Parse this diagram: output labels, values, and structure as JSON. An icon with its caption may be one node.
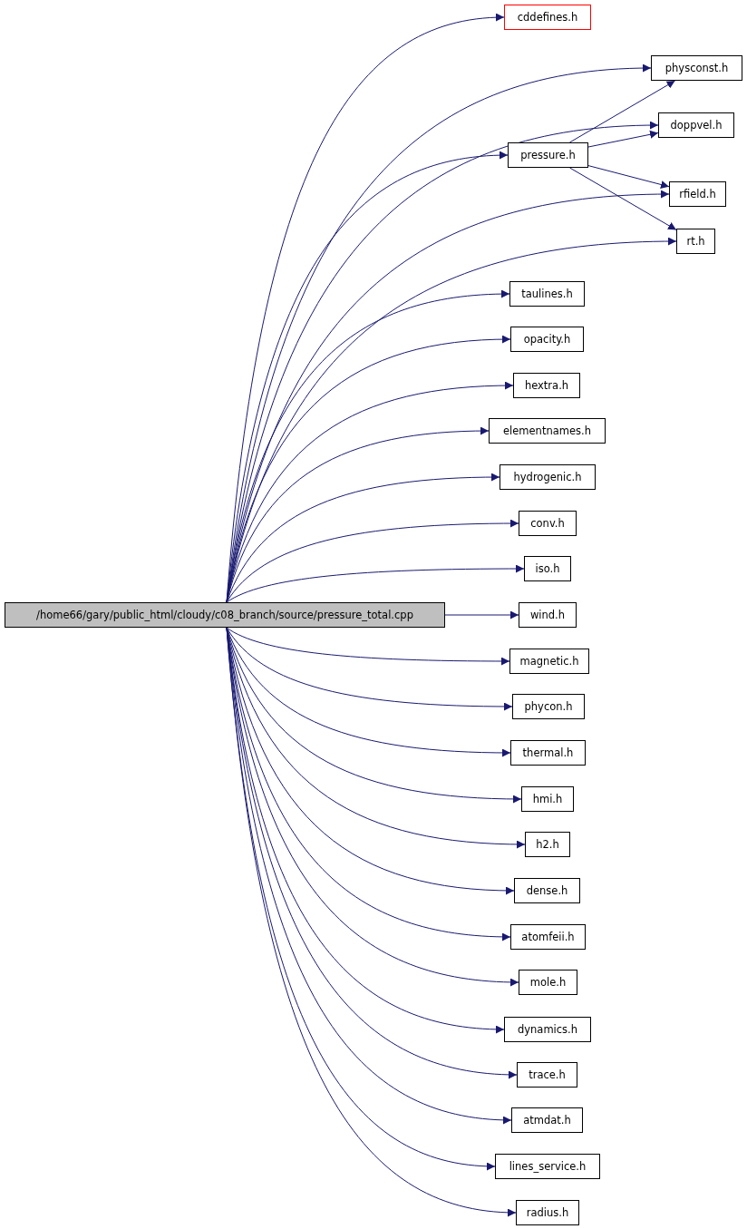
{
  "diagram": {
    "nodes": [
      {
        "text": [
          "/home66/gary/public_html/cloudy/c08_branch/source/pressure_total.cpp"
        ]
      },
      {
        "text": [
          "cddefines.h"
        ]
      },
      {
        "text": [
          "physconst.h"
        ]
      },
      {
        "text": [
          "doppvel.h"
        ]
      },
      {
        "text": [
          "pressure.h"
        ]
      },
      {
        "text": [
          "rfield.h"
        ]
      },
      {
        "text": [
          "rt.h"
        ]
      },
      {
        "text": [
          "taulines.h"
        ]
      },
      {
        "text": [
          "opacity.h"
        ]
      },
      {
        "text": [
          "hextra.h"
        ]
      },
      {
        "text": [
          "elementnames.h"
        ]
      },
      {
        "text": [
          "hydrogenic.h"
        ]
      },
      {
        "text": [
          "conv.h"
        ]
      },
      {
        "text": [
          "iso.h"
        ]
      },
      {
        "text": [
          "wind.h"
        ]
      },
      {
        "text": [
          "magnetic.h"
        ]
      },
      {
        "text": [
          "phycon.h"
        ]
      },
      {
        "text": [
          "thermal.h"
        ]
      },
      {
        "text": [
          "hmi.h"
        ]
      },
      {
        "text": [
          "h2.h"
        ]
      },
      {
        "text": [
          "dense.h"
        ]
      },
      {
        "text": [
          "atomfeii.h"
        ]
      },
      {
        "text": [
          "mole.h"
        ]
      },
      {
        "text": [
          "dynamics.h"
        ]
      },
      {
        "text": [
          "trace.h"
        ]
      },
      {
        "text": [
          "atmdat.h"
        ]
      },
      {
        "text": [
          "lines_service.h"
        ]
      },
      {
        "text": [
          "radius.h"
        ]
      }
    ],
    "edges": [
      {
        "from": 0,
        "to": 1,
        "arrow": "to"
      },
      {
        "from": 0,
        "to": 2,
        "arrow": "to"
      },
      {
        "from": 0,
        "to": 3,
        "arrow": "to"
      },
      {
        "from": 0,
        "to": 4,
        "arrow": "to"
      },
      {
        "from": 0,
        "to": 5,
        "arrow": "to"
      },
      {
        "from": 0,
        "to": 6,
        "arrow": "to"
      },
      {
        "from": 4,
        "to": 2,
        "arrow": "to"
      },
      {
        "from": 4,
        "to": 3,
        "arrow": "to"
      },
      {
        "from": 4,
        "to": 5,
        "arrow": "to"
      },
      {
        "from": 4,
        "to": 6,
        "arrow": "to"
      },
      {
        "from": 0,
        "to": 7,
        "arrow": "to"
      },
      {
        "from": 0,
        "to": 8,
        "arrow": "to"
      },
      {
        "from": 0,
        "to": 9,
        "arrow": "to"
      },
      {
        "from": 0,
        "to": 10,
        "arrow": "to"
      },
      {
        "from": 0,
        "to": 11,
        "arrow": "to"
      },
      {
        "from": 0,
        "to": 12,
        "arrow": "to"
      },
      {
        "from": 0,
        "to": 13,
        "arrow": "to"
      },
      {
        "from": 0,
        "to": 14,
        "arrow": "to"
      },
      {
        "from": 0,
        "to": 15,
        "arrow": "to"
      },
      {
        "from": 0,
        "to": 16,
        "arrow": "to"
      },
      {
        "from": 0,
        "to": 17,
        "arrow": "to"
      },
      {
        "from": 0,
        "to": 18,
        "arrow": "to"
      },
      {
        "from": 0,
        "to": 19,
        "arrow": "to"
      },
      {
        "from": 0,
        "to": 20,
        "arrow": "to"
      },
      {
        "from": 0,
        "to": 21,
        "arrow": "to"
      },
      {
        "from": 0,
        "to": 22,
        "arrow": "to"
      },
      {
        "from": 0,
        "to": 23,
        "arrow": "to"
      },
      {
        "from": 0,
        "to": 24,
        "arrow": "to"
      },
      {
        "from": 0,
        "to": 25,
        "arrow": "to"
      },
      {
        "from": 0,
        "to": 26,
        "arrow": "to"
      },
      {
        "from": 0,
        "to": 27,
        "arrow": "to"
      }
    ]
  }
}
